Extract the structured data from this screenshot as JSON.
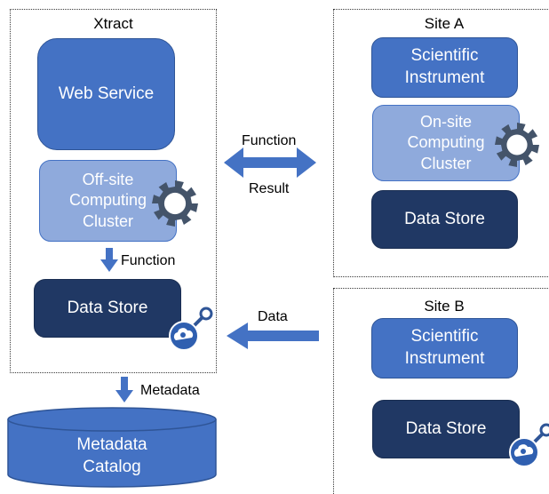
{
  "xtract": {
    "title": "Xtract",
    "web_service": "Web Service",
    "offsite_cluster": "Off-site\nComputing\nCluster",
    "function_label": "Function",
    "data_store": "Data Store"
  },
  "site_a": {
    "title": "Site A",
    "instrument": "Scientific\nInstrument",
    "onsite_cluster": "On-site\nComputing\nCluster",
    "data_store": "Data Store"
  },
  "site_b": {
    "title": "Site B",
    "instrument": "Scientific\nInstrument",
    "data_store": "Data Store"
  },
  "arrows": {
    "function": "Function",
    "result": "Result",
    "data": "Data",
    "metadata": "Metadata"
  },
  "catalog": {
    "label": "Metadata\nCatalog"
  },
  "icons": [
    "gear-icon",
    "globus-icon",
    "down-arrow-icon",
    "double-arrow-icon",
    "left-arrow-icon"
  ],
  "colors": {
    "mid_blue": "#4472c4",
    "dark_blue": "#203864",
    "light_blue": "#8faadc",
    "gear": "#44546a"
  }
}
